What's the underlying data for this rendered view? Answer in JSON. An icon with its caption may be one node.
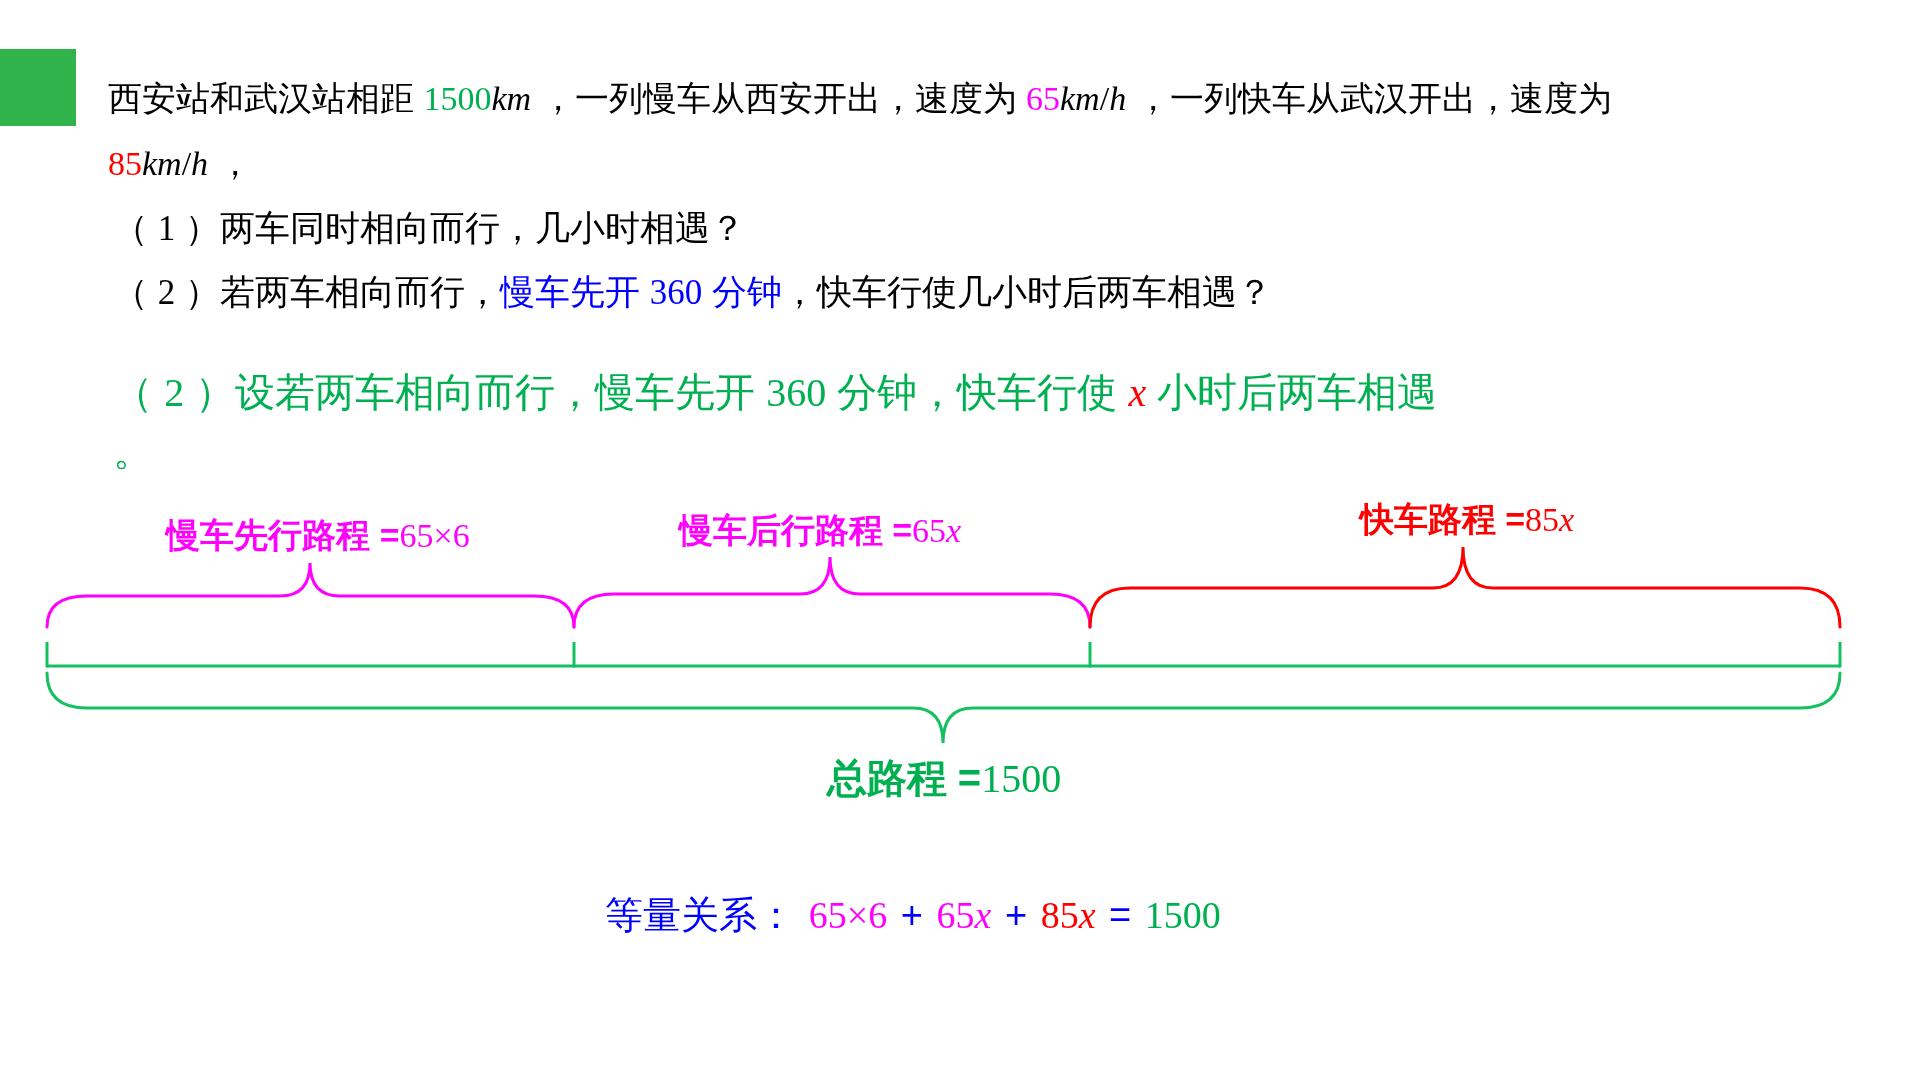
{
  "diagram": {
    "labels": [
      "西安站和武汉站相距 1500km ，一列慢车从西安开出，速度为 65km/h ，一列快车从武汉开出，速度为 85km/h ，",
      "（ 1 ）两车同时相向而行，几小时相遇？",
      "（ 2 ）若两车相向而行，慢车先开 360 分钟，快车行使几小时后两车相遇？",
      "（ 2 ）设若两车相向而行，慢车先开 360 分钟，快车行使 x 小时后两车相遇。",
      "**慢车先行路程 =**65×6",
      "**慢车后行路程 =**65x",
      "**快车路程 =**85x",
      "**总路程 =**1500",
      "等量关系： 65×6 + 65x + 85x = 1500"
    ]
  }
}
